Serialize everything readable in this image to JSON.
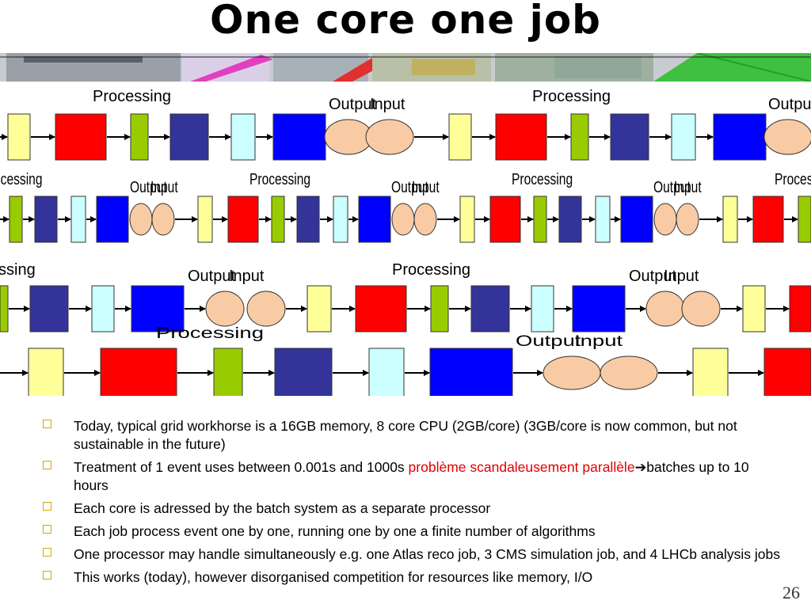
{
  "slide": {
    "title": "One core one job",
    "page_number": "26"
  },
  "diagram": {
    "labels": {
      "processing": "Processing",
      "output": "Output",
      "input": "Input"
    },
    "colors": {
      "yellow_box": "#ffff99",
      "red_box": "#ff0000",
      "green_box": "#99cc00",
      "navy_box": "#333399",
      "cyan_box": "#ccffff",
      "blue_box": "#0000ff",
      "io_ellipse": "#f8cba4",
      "arrow": "#000000"
    }
  },
  "bullets": [
    {
      "text": "Today, typical grid workhorse is a 16GB memory, 8 core CPU (2GB/core) (3GB/core is now common, but not sustainable in the future)"
    },
    {
      "text": "Treatment of 1 event uses between 0.001s and 1000s ",
      "highlight": "problème scandaleusement parallèle",
      "arrow": "➔",
      "tail": "batches up to 10 hours"
    },
    {
      "text": "Each core is adressed by the batch system as a separate processor"
    },
    {
      "text": "Each job process event one by one, running one by one a finite number of algorithms"
    },
    {
      "text": "One processor may handle simultaneously e.g. one Atlas reco job, 3 CMS simulation job, and 4 LHCb analysis jobs"
    },
    {
      "text": "This works (today), however disorganised competition for resources like memory, I/O"
    }
  ]
}
